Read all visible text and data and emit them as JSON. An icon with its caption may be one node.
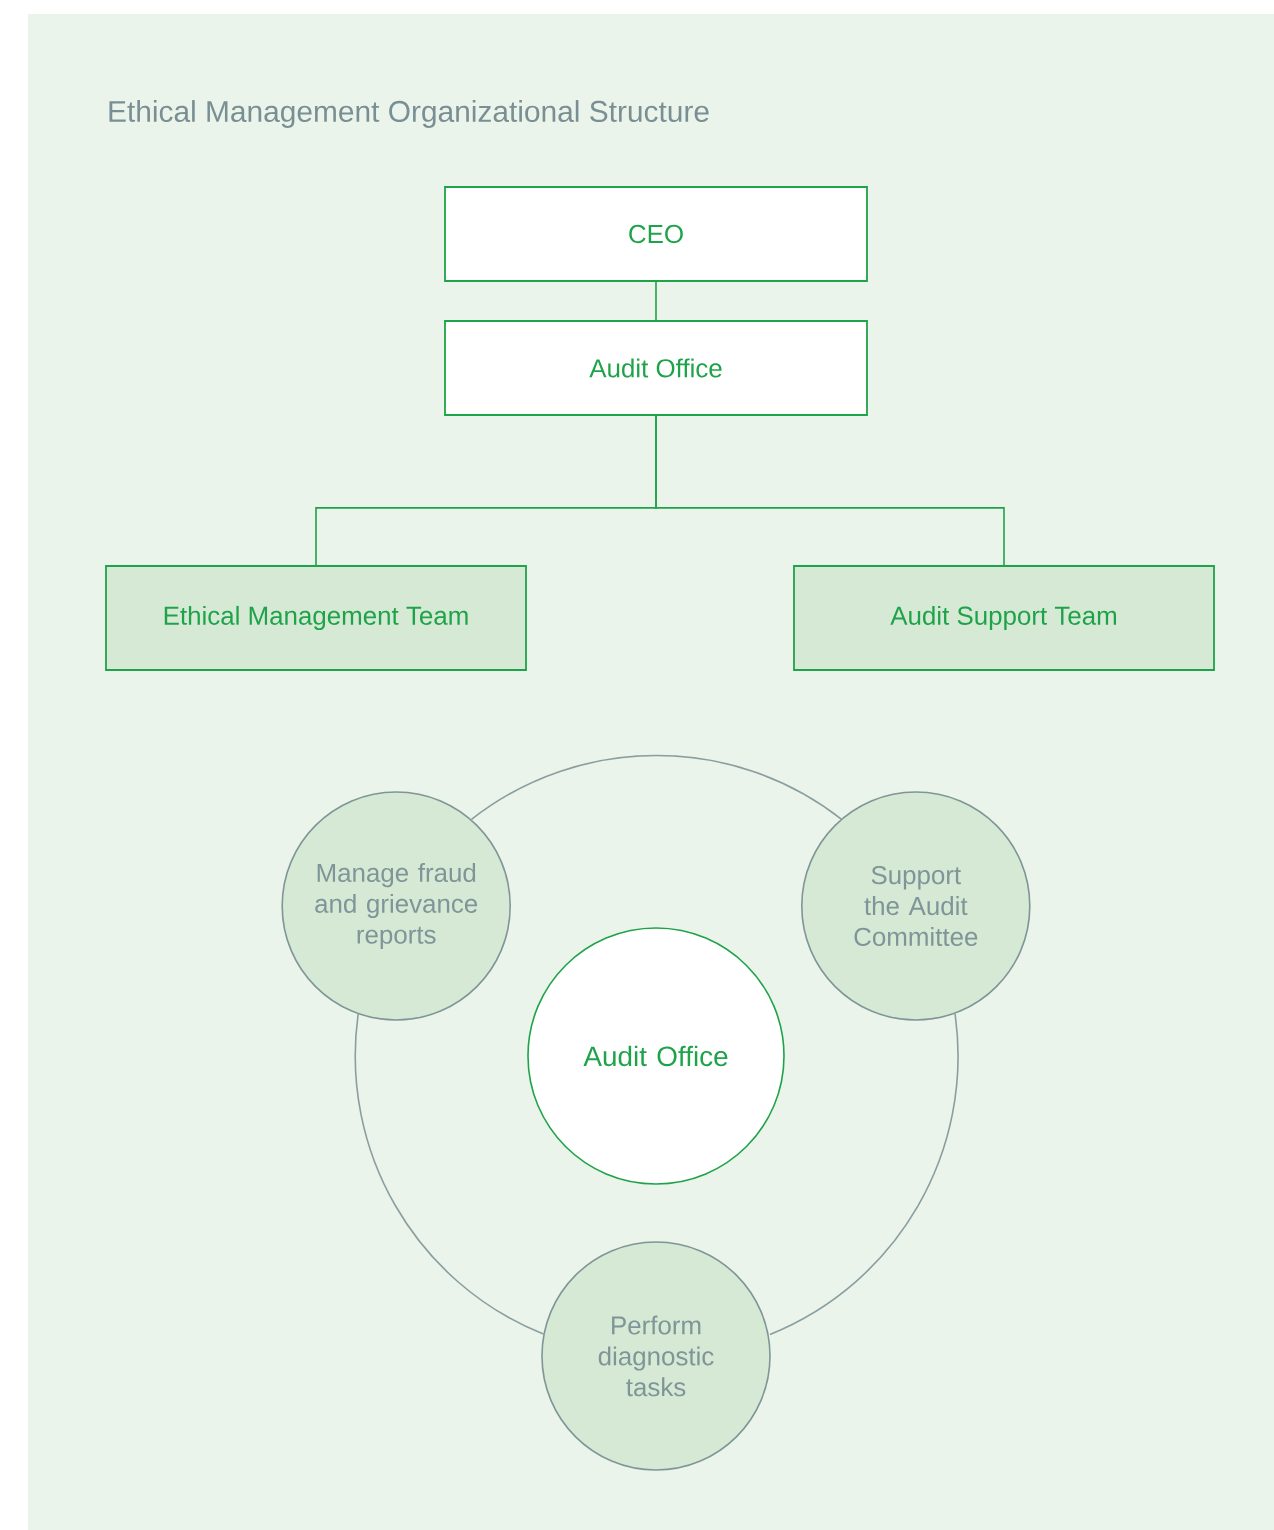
{
  "diagram": {
    "title": "Ethical Management Organizational Structure",
    "nodes": [
      {
        "text": [
          "CEO"
        ]
      },
      {
        "text": [
          "Audit Office"
        ]
      },
      {
        "text": [
          "Ethical Management Team"
        ]
      },
      {
        "text": [
          "Audit Support Team"
        ]
      },
      {
        "text": [
          "Manage fraud and grievance reports"
        ]
      },
      {
        "text": [
          "Support the Audit Committee"
        ]
      },
      {
        "text": [
          "Audit Office"
        ]
      },
      {
        "text": [
          "Perform diagnostic tasks"
        ]
      }
    ],
    "edges": [
      {
        "from": 0,
        "to": 1,
        "arrow": "none"
      },
      {
        "from": 1,
        "to": 2,
        "arrow": "none"
      },
      {
        "from": 1,
        "to": 3,
        "arrow": "none"
      },
      {
        "from": 4,
        "to": 5,
        "arrow": "none",
        "color": "#8a9ea0"
      },
      {
        "from": 5,
        "to": 7,
        "arrow": "none",
        "color": "#8a9ea0"
      },
      {
        "from": 7,
        "to": 4,
        "arrow": "none",
        "color": "#8a9ea0"
      }
    ]
  }
}
